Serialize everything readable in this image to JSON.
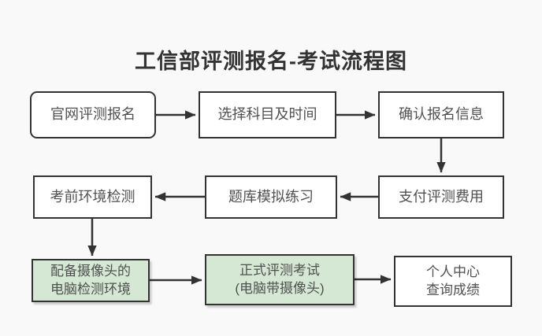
{
  "title": "工信部评测报名-考试流程图",
  "colors": {
    "background": "#f9f9f9",
    "border": "#333333",
    "text": "#505050",
    "title_text": "#333333",
    "node_fill_default": "#ffffff",
    "node_fill_highlight": "#d5e8d4"
  },
  "flowchart": {
    "nodes": [
      {
        "id": "online-registration",
        "label": "官网评测报名",
        "shape": "rounded-rect",
        "fill": "white"
      },
      {
        "id": "select-subject-time",
        "label": "选择科目及时间",
        "shape": "rect",
        "fill": "white"
      },
      {
        "id": "confirm-registration-info",
        "label": "确认报名信息",
        "shape": "rect",
        "fill": "white"
      },
      {
        "id": "pay-evaluation-fee",
        "label": "支付评测费用",
        "shape": "rect",
        "fill": "white"
      },
      {
        "id": "question-bank-practice",
        "label": "题库模拟练习",
        "shape": "rect",
        "fill": "white"
      },
      {
        "id": "pre-exam-environment-check",
        "label": "考前环境检测",
        "shape": "rect",
        "fill": "white"
      },
      {
        "id": "camera-pc-environment",
        "label_lines": [
          "配备摄像头的",
          "电脑检测环境"
        ],
        "shape": "rect",
        "fill": "green"
      },
      {
        "id": "formal-exam",
        "label_lines": [
          "正式评测考试",
          "(电脑带摄像头)"
        ],
        "shape": "rect",
        "fill": "green"
      },
      {
        "id": "personal-center-score",
        "label_lines": [
          "个人中心",
          "查询成绩"
        ],
        "shape": "rect",
        "fill": "white"
      }
    ],
    "edges": [
      {
        "from": "online-registration",
        "to": "select-subject-time",
        "direction": "right"
      },
      {
        "from": "select-subject-time",
        "to": "confirm-registration-info",
        "direction": "right"
      },
      {
        "from": "confirm-registration-info",
        "to": "pay-evaluation-fee",
        "direction": "down"
      },
      {
        "from": "pay-evaluation-fee",
        "to": "question-bank-practice",
        "direction": "left"
      },
      {
        "from": "question-bank-practice",
        "to": "pre-exam-environment-check",
        "direction": "left"
      },
      {
        "from": "pre-exam-environment-check",
        "to": "camera-pc-environment",
        "direction": "down"
      },
      {
        "from": "camera-pc-environment",
        "to": "formal-exam",
        "direction": "right"
      },
      {
        "from": "formal-exam",
        "to": "personal-center-score",
        "direction": "right"
      }
    ]
  }
}
